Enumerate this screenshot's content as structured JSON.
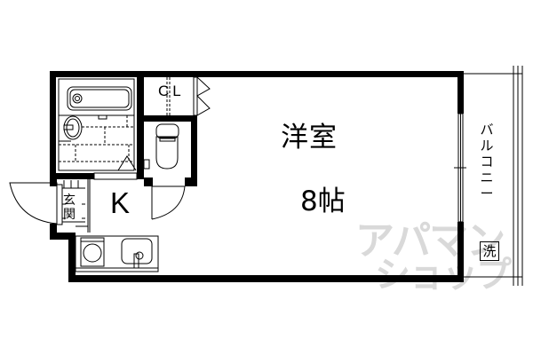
{
  "floor_plan": {
    "rooms": {
      "western_room": {
        "label": "洋室",
        "size": "8帖"
      },
      "kitchen": {
        "label": "K"
      },
      "closet": {
        "label": "CL"
      },
      "entrance": {
        "label": "玄関"
      },
      "balcony": {
        "label": "バルコニー"
      },
      "washer": {
        "label": "洗"
      }
    },
    "fixtures": [
      "bathtub",
      "washbasin",
      "toilet",
      "kitchen-sink",
      "stove"
    ],
    "watermark": {
      "line1": "アパマン",
      "line2": "ショップ"
    },
    "colors": {
      "wall": "#000000",
      "background": "#ffffff",
      "watermark": "#d9d9d9"
    }
  }
}
